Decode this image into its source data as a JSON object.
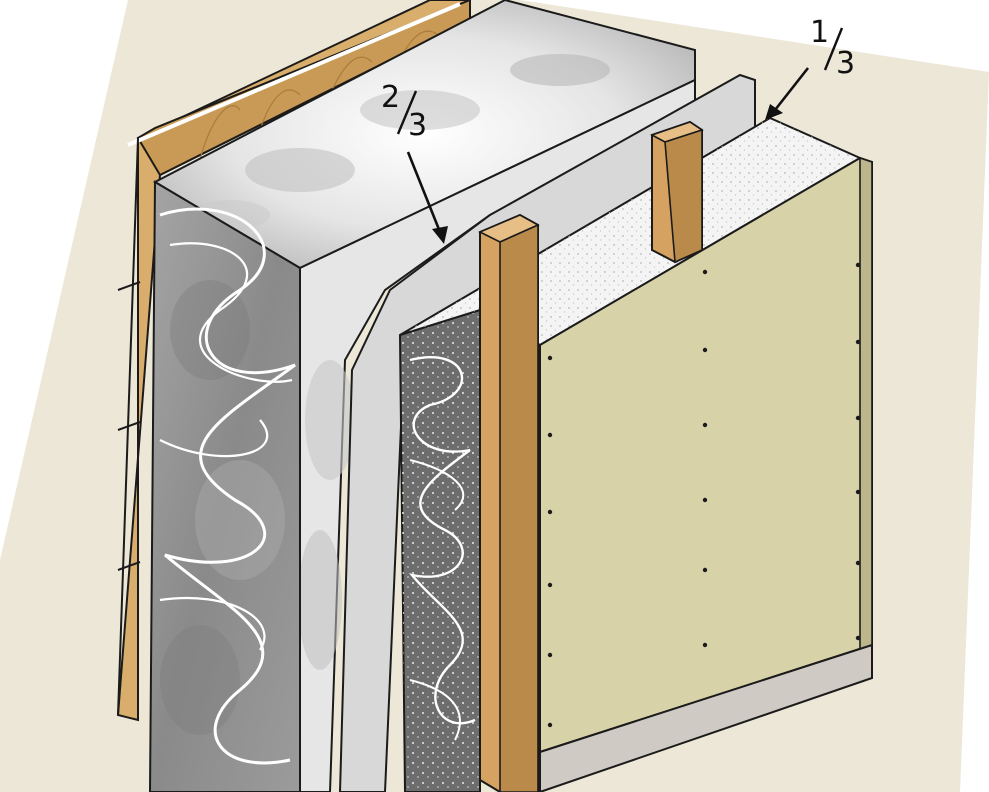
{
  "labels": {
    "two_thirds": {
      "num": "2",
      "den": "3"
    },
    "one_third": {
      "num": "1",
      "den": "3"
    }
  },
  "colors": {
    "background_plane": "#ece7d6",
    "siding": "#d9ad6b",
    "siding_dark": "#a97b3c",
    "insulation_face": "#8f8f8f",
    "insulation_light": "#f2f2f2",
    "vapor_barrier": "#d8d8d8",
    "inner_batt": "#6d6d6d",
    "foam_board": "#f4f4f4",
    "stud": "#d6a262",
    "stud_dark": "#a87a3e",
    "drywall": "#d8d2a8",
    "drywall_edge": "#bdb58b",
    "floor_strip": "#cfcac4",
    "outline": "#1b1b1b"
  }
}
